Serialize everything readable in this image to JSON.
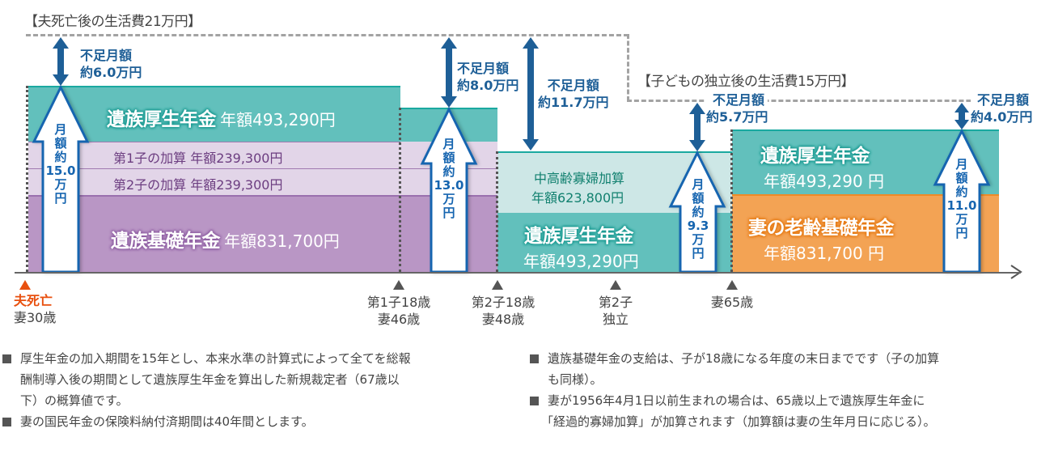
{
  "title": "【夫死亡後の生活費21万円】",
  "budget_after_children": "【子どもの独立後の生活費15万円】",
  "colors": {
    "teal": "#62c0bc",
    "lavender": "#e2d5e8",
    "purple": "#b996c5",
    "pale_green": "#cde7e6",
    "orange": "#f3a354",
    "arrow_blue": "#1665b0",
    "shortfall_blue": "#1e5f97",
    "death_marker": "#e8500f"
  },
  "periods": [
    {
      "id": "p1",
      "segments": [
        {
          "name": "遺族厚生年金",
          "amount": "年額493,290円",
          "color": "teal"
        },
        {
          "name": "第1子の加算",
          "amount": "年額239,300円",
          "color": "lavender"
        },
        {
          "name": "第2子の加算",
          "amount": "年額239,300円",
          "color": "lavender"
        },
        {
          "name": "遺族基礎年金",
          "amount": "年額831,700円",
          "color": "purple"
        }
      ],
      "monthly_arrow": [
        "月",
        "額",
        "約",
        "15.0",
        "万",
        "円"
      ],
      "monthly_value_man_yen": 15.0,
      "shortfall": [
        "不足月額",
        "約6.0万円"
      ],
      "shortfall_man_yen": 6.0
    },
    {
      "id": "p2",
      "segments": [
        {
          "name": "遺族厚生年金",
          "color": "teal"
        },
        {
          "name": "第2子の加算",
          "color": "lavender"
        },
        {
          "name": "遺族基礎年金",
          "color": "purple"
        }
      ],
      "monthly_arrow": [
        "月",
        "額",
        "約",
        "13.0",
        "万",
        "円"
      ],
      "monthly_value_man_yen": 13.0,
      "shortfall": [
        "不足月額",
        "約8.0万円"
      ],
      "shortfall_man_yen": 8.0
    },
    {
      "id": "p3",
      "segments": [
        {
          "name": "中高齢寡婦加算",
          "amount": "年額623,800円",
          "color": "pale_green"
        },
        {
          "name": "遺族厚生年金",
          "amount": "年額493,290円",
          "color": "teal"
        }
      ],
      "shortfall_a": [
        "不足月額",
        "約11.7万円"
      ],
      "shortfall_a_man_yen": 11.7,
      "monthly_arrow": [
        "月",
        "額",
        "約",
        "9.3",
        "万",
        "円"
      ],
      "monthly_value_man_yen": 9.3,
      "shortfall_b": [
        "不足月額",
        "約5.7万円"
      ],
      "shortfall_b_man_yen": 5.7
    },
    {
      "id": "p4",
      "segments": [
        {
          "name": "遺族厚生年金",
          "amount": "年額493,290 円",
          "color": "teal"
        },
        {
          "name": "妻の老齢基礎年金",
          "amount": "年額831,700 円",
          "color": "orange"
        }
      ],
      "monthly_arrow": [
        "月",
        "額",
        "約",
        "11.0",
        "万",
        "円"
      ],
      "monthly_value_man_yen": 11.0,
      "shortfall": [
        "不足月額",
        "約4.0万円"
      ],
      "shortfall_man_yen": 4.0
    }
  ],
  "timeline": [
    {
      "lines": [
        "夫死亡",
        "妻30歳"
      ],
      "highlight": true
    },
    {
      "lines": [
        "第1子18歳",
        "妻46歳"
      ]
    },
    {
      "lines": [
        "第2子18歳",
        "妻48歳"
      ]
    },
    {
      "lines": [
        "第2子",
        "独立"
      ]
    },
    {
      "lines": [
        "妻65歳"
      ]
    }
  ],
  "notes_left": [
    [
      "厚生年金の加入期間を15年とし、本来水準の計算式によって全てを総報",
      "酬制導入後の期間として遺族厚生年金を算出した新規裁定者（67歳以",
      "下）の概算値です。"
    ],
    [
      "妻の国民年金の保険料納付済期間は40年間とします。"
    ]
  ],
  "notes_right": [
    [
      "遺族基礎年金の支給は、子が18歳になる年度の末日までです（子の加算",
      "も同様）。"
    ],
    [
      "妻が1956年4月1日以前生まれの場合は、65歳以上で遺族厚生年金に",
      "「経過的寡婦加算」が加算されます（加算額は妻の生年月日に応じる）。"
    ]
  ]
}
